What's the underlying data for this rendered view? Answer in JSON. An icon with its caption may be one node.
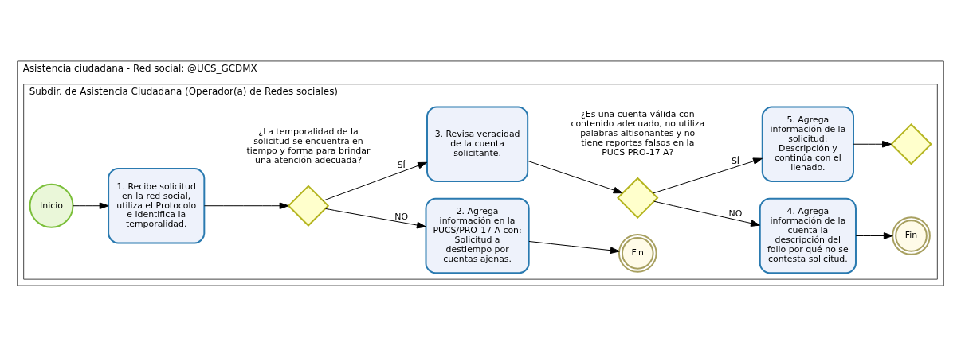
{
  "diagram": {
    "nodes": [
      {
        "text": [
          "Asistencia ciudadana - Red social: @UCS_GCDMX"
        ]
      },
      {
        "text": [
          "Subdir. de Asistencia Ciudadana (Operador(a) de Redes sociales)"
        ],
        "in": 0
      },
      {
        "text": [
          "Inicio"
        ],
        "in": 1
      },
      {
        "text": [
          "1. Recibe solicitud en la red social, utiliza el Protocolo e identifica la temporalidad."
        ],
        "in": 1
      },
      {
        "text": [],
        "shape": "diamond",
        "in": 1,
        "beside": [
          "¿La temporalidad de la solicitud se encuentra en tiempo y forma para brindar una atención adecuada?"
        ]
      },
      {
        "text": [
          "2. Agrega información en la PUCS/PRO-17 A con: Solicitud a destiempo por cuentas ajenas."
        ],
        "in": 1
      },
      {
        "text": [
          "Fin"
        ],
        "in": 1
      },
      {
        "text": [
          "3. Revisa veracidad de la cuenta solicitante."
        ],
        "in": 1
      },
      {
        "text": [],
        "shape": "diamond",
        "in": 1,
        "beside": [
          "¿Es una cuenta válida con contenido adecuado, no utiliza palabras altisonantes y no tiene reportes falsos en la PUCS PRO-17 A?"
        ]
      },
      {
        "text": [
          "4. Agrega información de la cuenta la descripción del folio por qué no se contesta solicitud."
        ],
        "in": 1
      },
      {
        "text": [
          "Fin"
        ],
        "in": 1
      },
      {
        "text": [
          "5. Agrega información de la solicitud: Descripción y continúa con el llenado."
        ],
        "in": 1
      },
      {
        "text": [],
        "shape": "diamond",
        "in": 1
      }
    ],
    "edges": [
      {
        "from": 2,
        "to": 3,
        "arrow": "to"
      },
      {
        "from": 3,
        "to": 4,
        "arrow": "to"
      },
      {
        "from": 4,
        "to": 7,
        "arrow": "to",
        "label": "SÍ"
      },
      {
        "from": 4,
        "to": 5,
        "arrow": "to",
        "label": "NO"
      },
      {
        "from": 5,
        "to": 6,
        "arrow": "to"
      },
      {
        "from": 7,
        "to": 8,
        "arrow": "to"
      },
      {
        "from": 8,
        "to": 11,
        "arrow": "to",
        "label": "SÍ"
      },
      {
        "from": 8,
        "to": 9,
        "arrow": "to",
        "label": "NO"
      },
      {
        "from": 9,
        "to": 10,
        "arrow": "to"
      },
      {
        "from": 11,
        "to": 12,
        "arrow": "to"
      }
    ]
  }
}
